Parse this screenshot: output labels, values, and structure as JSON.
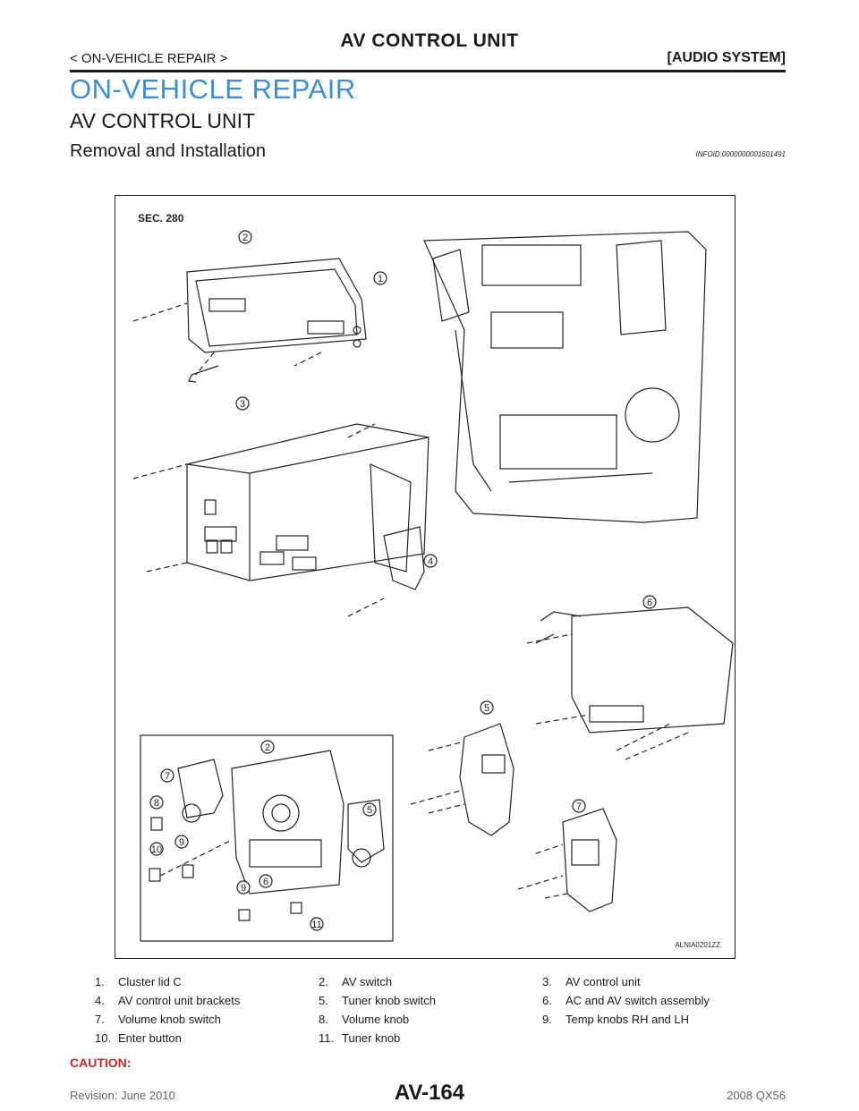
{
  "header": {
    "title": "AV CONTROL UNIT",
    "left": "< ON-VEHICLE REPAIR >",
    "right": "[AUDIO SYSTEM]"
  },
  "section": {
    "h1": "ON-VEHICLE REPAIR",
    "h2": "AV CONTROL UNIT",
    "h3": "Removal and Installation",
    "infoid": "INFOID:0000000001601491"
  },
  "figure": {
    "sec_label": "SEC. 280",
    "code": "ALNIA0201ZZ",
    "callouts": [
      "1",
      "2",
      "3",
      "4",
      "5",
      "6",
      "7",
      "2",
      "7",
      "8",
      "9",
      "10",
      "5",
      "9",
      "6",
      "11"
    ]
  },
  "legend": [
    {
      "num": "1.",
      "text": "Cluster lid C"
    },
    {
      "num": "2.",
      "text": "AV switch"
    },
    {
      "num": "3.",
      "text": "AV control unit"
    },
    {
      "num": "4.",
      "text": "AV control unit brackets"
    },
    {
      "num": "5.",
      "text": "Tuner knob switch"
    },
    {
      "num": "6.",
      "text": "AC and AV switch assembly"
    },
    {
      "num": "7.",
      "text": "Volume knob switch"
    },
    {
      "num": "8.",
      "text": "Volume knob"
    },
    {
      "num": "9.",
      "text": "Temp knobs RH and LH"
    },
    {
      "num": "10.",
      "text": "Enter button"
    },
    {
      "num": "11.",
      "text": "Tuner knob"
    }
  ],
  "caution": "CAUTION:",
  "footer": {
    "left": "Revision: June 2010",
    "center": "AV-164",
    "right": "2008 QX56"
  }
}
